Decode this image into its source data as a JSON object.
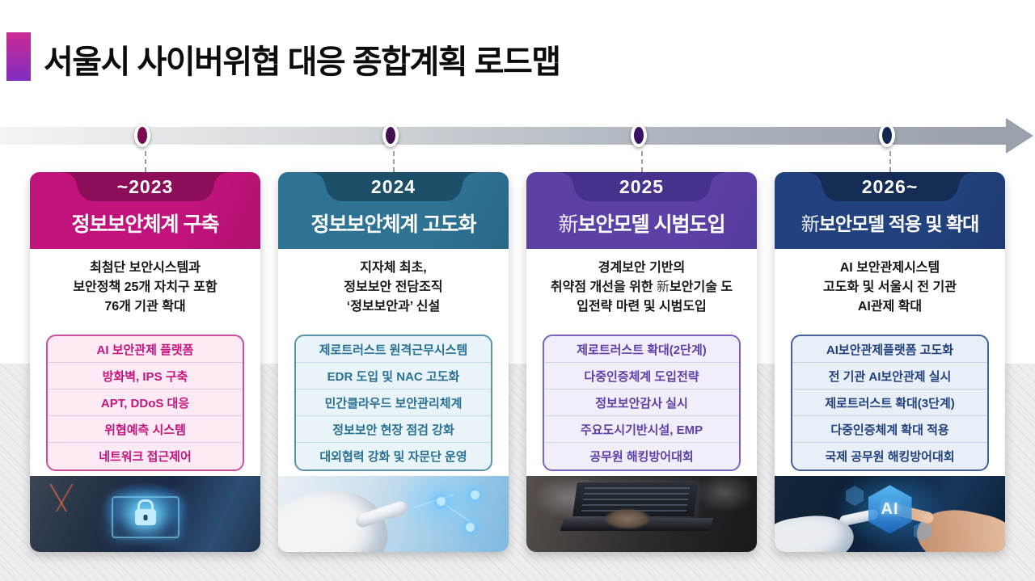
{
  "page_title": "서울시 사이버위협 대응 종합계획 로드맵",
  "accent_colors": {
    "title_bar_top": "#cc2a93",
    "title_bar_bottom": "#7f2dc2",
    "timeline_bar": "#99a1ad"
  },
  "timeline": {
    "dot_colors": [
      "#7a0c4d",
      "#43104f",
      "#371263",
      "#122a52"
    ]
  },
  "phases": [
    {
      "year": "~2023",
      "title": "정보보안체계 구축",
      "desc_lines": [
        "최첨단 보안시스템과",
        "보안정책 25개 자치구 포함",
        "76개 기관 확대"
      ],
      "items": [
        "AI 보안관제 플랫폼",
        "방화벽, IPS 구축",
        "APT, DDoS 대응",
        "위협예측 시스템",
        "네트워크 접근제어"
      ],
      "colors": {
        "main": "#c1137b",
        "dark": "#8c0e58"
      },
      "photo": "circuit-board-with-security-lock"
    },
    {
      "year": "2024",
      "title": "정보보안체계 고도화",
      "desc_lines": [
        "지자체 최초,",
        "정보보안 전담조직",
        "‘정보보안과’ 신설"
      ],
      "items": [
        "제로트러스트 원격근무시스템",
        "EDR 도입 및 NAC 고도화",
        "민간클라우드 보안관리체계",
        "정보보안 현장 점검 강화",
        "대외협력 강화 및 자문단 운영"
      ],
      "colors": {
        "main": "#2e7294",
        "dark": "#1e4f68"
      },
      "photo": "robot-hand-touching-network"
    },
    {
      "year": "2025",
      "title": "新보안모델 시범도입",
      "desc_lines": [
        "경계보안 기반의",
        "취약점 개선을 위한 新보안기술 도",
        "입전략 마련 및 시범도입"
      ],
      "items": [
        "제로트러스트 확대(2단계)",
        "다중인증체계 도입전략",
        "정보보안감사 실시",
        "주요도시기반시설, EMP",
        "공무원 해킹방어대회"
      ],
      "colors": {
        "main": "#5b40a6",
        "dark": "#46318c"
      },
      "photo": "hands-typing-on-laptop"
    },
    {
      "year": "2026~",
      "title": "新보안모델 적용 및 확대",
      "desc_lines": [
        "AI 보안관제시스템",
        "고도화 및 서울시 전 기관",
        "AI관제 확대"
      ],
      "items": [
        "AI보안관제플랫폼 고도화",
        "전 기관 AI보안관제 실시",
        "제로트러스트 확대(3단계)",
        "다중인증체계 확대 적용",
        "국제 공무원 해킹방어대회"
      ],
      "colors": {
        "main": "#21427e",
        "dark": "#152c55"
      },
      "photo": "robot-and-human-hands-with-ai-hexagon",
      "photo_label": "AI"
    }
  ]
}
